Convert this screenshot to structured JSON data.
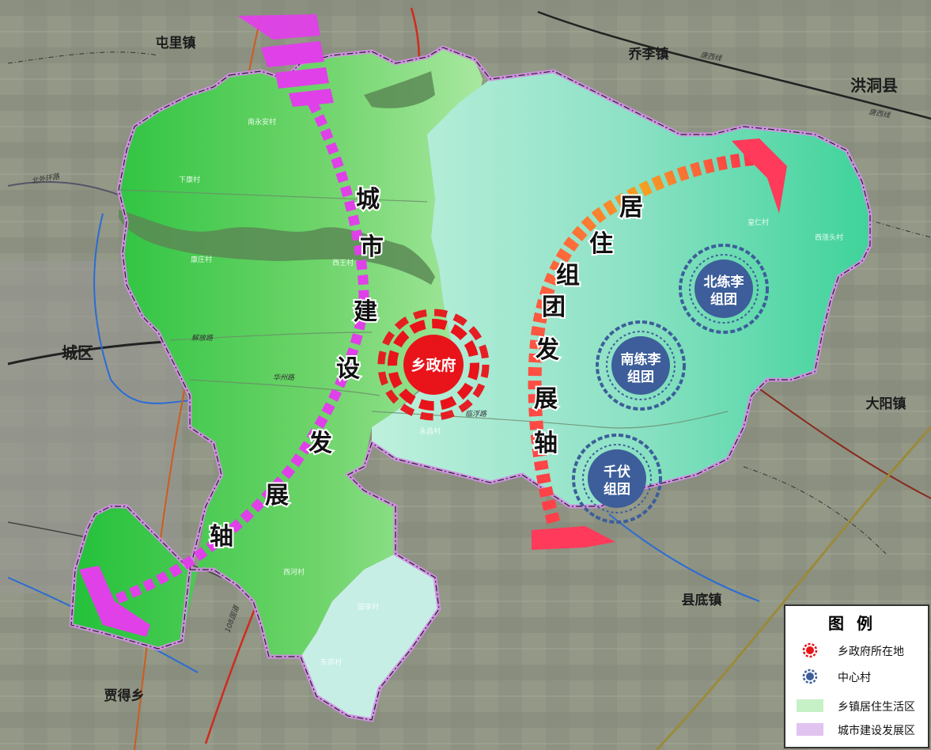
{
  "map": {
    "places": {
      "tunli": "屯里镇",
      "qiaoli": "乔李镇",
      "hongtong": "洪洞县",
      "chengqu": "城区",
      "dayang": "大阳镇",
      "xiandi": "县底镇",
      "jiade": "贾得乡"
    },
    "roads": {
      "beiwai": "北外环路",
      "jiefang": "解放路",
      "huazhou": "华州路",
      "linfu": "临浮路",
      "tangxi1": "唐西线",
      "tangxi2": "唐西线",
      "g108": "108国道"
    },
    "villages": {
      "xiakang": "下康村",
      "kangzhuang": "康庄村",
      "xiwang": "西王村",
      "nanyongan": "南永安村",
      "xijiaotou": "西涨头村",
      "huangren": "皇仁村",
      "yongchang": "永昌村",
      "xihe": "西河村",
      "dongjiao": "东郊村",
      "tianli": "田李村"
    },
    "axes": {
      "city": [
        "城",
        "市",
        "建",
        "设",
        "发",
        "展",
        "轴"
      ],
      "residential": [
        "居",
        "住",
        "组",
        "团",
        "发",
        "展",
        "轴"
      ]
    },
    "township_gov": "乡政府",
    "clusters": {
      "beilianli": [
        "北练李",
        "组团"
      ],
      "nanlianli": [
        "南练李",
        "组团"
      ],
      "qianfu": [
        "千伏",
        "组团"
      ]
    }
  },
  "legend": {
    "title": "图例",
    "items": [
      {
        "label": "乡政府所在地"
      },
      {
        "label": "中心村"
      },
      {
        "label": "乡镇居住生活区"
      },
      {
        "label": "城市建设发展区"
      }
    ]
  },
  "colors": {
    "gov_red": "#e8141a",
    "cluster_blue": "#3d5e9a",
    "residential_green": "#4fd47c",
    "city_teal": "#6fd8b8",
    "axis_magenta": "#e040e8",
    "boundary_purple": "#d58ee8",
    "legend_green": "#c6f0c6",
    "legend_purple": "#e1c3f0"
  }
}
